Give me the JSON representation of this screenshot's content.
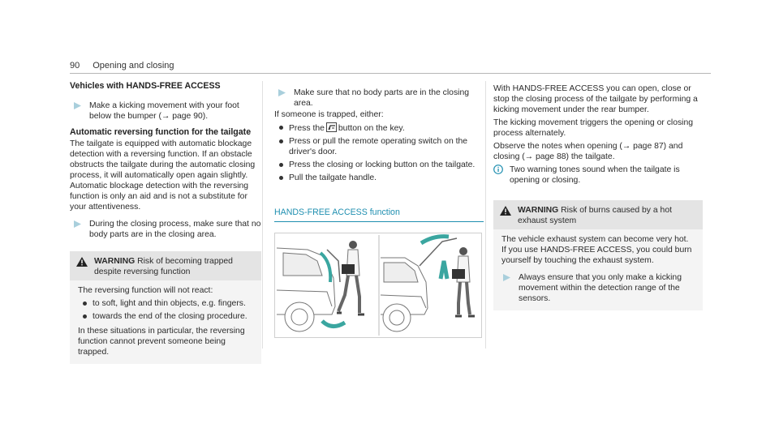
{
  "header": {
    "page_number": "90",
    "section": "Opening and closing"
  },
  "col1": {
    "heading": "Vehicles with HANDS-FREE ACCESS",
    "step1": "Make a kicking movement with your foot below the bumper (→ page 90).",
    "heading2": "Automatic reversing function for the tailgate",
    "para1": "The tailgate is equipped with automatic blockage detection with a reversing function. If an obstacle obstructs the tailgate during the automatic closing process, it will automatically open again slightly. Automatic blockage detection with the reversing function is only an aid and is not a substitute for your attentiveness.",
    "step2": "During the closing process, make sure that no body parts are in the closing area.",
    "warning": {
      "title": "WARNING",
      "subtitle": "Risk of becoming trapped despite reversing function",
      "body_intro": "The reversing function will not react:",
      "bullets": [
        "to soft, light and thin objects, e.g. fingers.",
        "towards the end of the closing procedure."
      ],
      "body_end": "In these situations in particular, the reversing function cannot prevent someone being trapped."
    }
  },
  "col2": {
    "step1": "Make sure that no body parts are in the closing area.",
    "trapped_intro": "If someone is trapped, either:",
    "bullet1_pre": "Press the",
    "bullet1_post": "button on the key.",
    "bullets": [
      "Press or pull the remote operating switch on the driver's door.",
      "Press the closing or locking button on the tailgate.",
      "Pull the tailgate handle."
    ],
    "section_title": "HANDS-FREE ACCESS function"
  },
  "col3": {
    "para1": "With HANDS-FREE ACCESS you can open, close or stop the closing process of the tailgate by performing a kicking movement under the rear bumper.",
    "para2": "The kicking movement triggers the opening or closing process alternately.",
    "para3": "Observe the notes when opening (→ page 87) and closing (→ page 88) the tailgate.",
    "note": "Two warning tones sound when the tailgate is opening or closing.",
    "warning": {
      "title": "WARNING",
      "subtitle": "Risk of burns caused by a hot exhaust system",
      "body": "The vehicle exhaust system can become very hot. If you use HANDS-FREE ACCESS, you could burn yourself by touching the exhaust system.",
      "step": "Always ensure that you only make a kicking movement within the detection range of the sensors."
    }
  },
  "colors": {
    "accent": "#1f8fb0",
    "arrow": "#a9cfdc",
    "teal_arrow": "#3aa6a0"
  }
}
